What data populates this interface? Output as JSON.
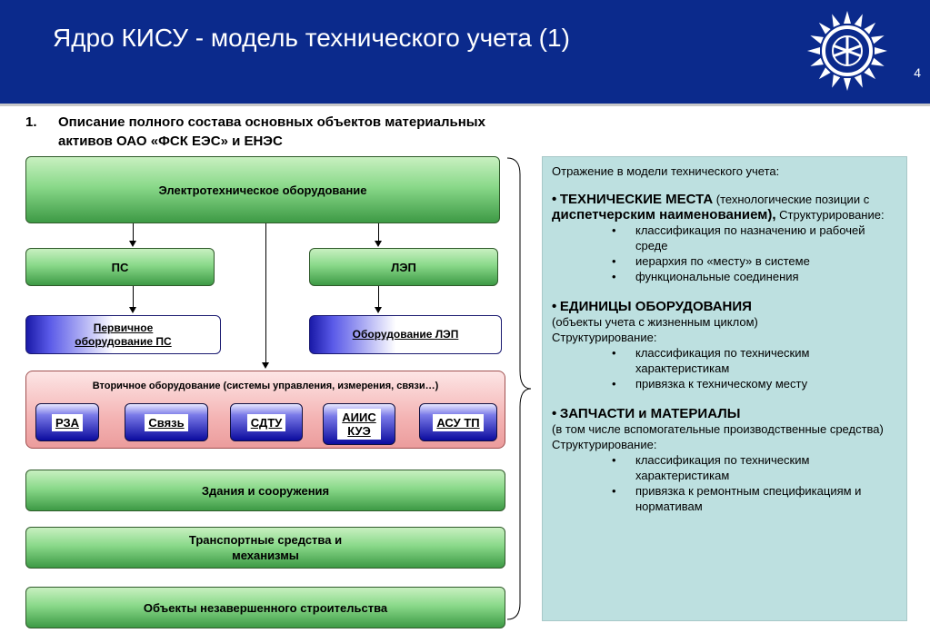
{
  "slide": {
    "title": "Ядро КИСУ - модель технического учета (1)",
    "number": "4",
    "colors": {
      "header": "#0b2a8c",
      "green": "#5fba5f",
      "blue": "#0b0b9e",
      "pink": "#f4b4b4",
      "panel": "#bde0e0"
    }
  },
  "heading": {
    "number": "1.",
    "text": "Описание полного состава основных объектов материальных активов ОАО «ФСК ЕЭС» и ЕНЭС"
  },
  "diagram": {
    "electro": "Электротехническое оборудование",
    "ps": "ПС",
    "lep": "ЛЭП",
    "primary_ps": "Первичное оборудование ПС",
    "lep_equipment": "Оборудование ЛЭП",
    "secondary": "Вторичное оборудование (системы управления, измерения, связи…)",
    "secondary_items": [
      "РЗА",
      "Связь",
      "СДТУ",
      "АИИС КУЭ",
      "АСУ ТП"
    ],
    "buildings": "Здания и сооружения",
    "transport": "Транспортные средства и механизмы",
    "construction": "Объекты незавершенного строительства"
  },
  "panel": {
    "intro": "Отражение в модели технического учета:",
    "sections": [
      {
        "bullet": "•",
        "title": "ТЕХНИЧЕСКИЕ МЕСТА",
        "desc_a": "(технологические позиции с",
        "desc_bold": "диспетчерским наименованием),",
        "desc_b": "Структурирование:",
        "items": [
          "классификация по назначению и рабочей среде",
          "иерархия по «месту» в системе",
          "функциональные соединения"
        ]
      },
      {
        "bullet": "•",
        "title": "ЕДИНИЦЫ ОБОРУДОВАНИЯ",
        "desc_a": "(объекты учета с жизненным циклом)",
        "desc_b": "Структурирование:",
        "items": [
          "классификация по техническим характеристикам",
          "привязка к техническому месту"
        ]
      },
      {
        "bullet": "•",
        "title": "ЗАПЧАСТИ и МАТЕРИАЛЫ",
        "desc_a": "(в том числе вспомогательные производственные средства)",
        "desc_b": "Структурирование:",
        "items": [
          "классификация по техническим характеристикам",
          "привязка к ремонтным спецификациям и нормативам"
        ]
      }
    ]
  }
}
